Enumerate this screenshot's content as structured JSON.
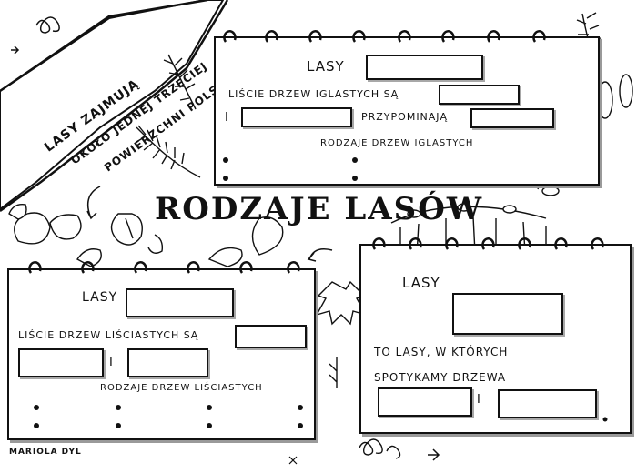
{
  "diagonal_banner": {
    "lines": [
      "LASY ZAJMUJĄ",
      "OKOŁO JEDNEJ TRZECIEJ",
      "POWIERZCHNI POLSKI"
    ]
  },
  "main_title": "RODZAJE LASÓW",
  "conifer_card": {
    "heading": "LASY",
    "line1": "LIŚCIE DRZEW IGLASTYCH SĄ",
    "and_word": "I",
    "resemble": "PRZYPOMINAJĄ",
    "types_label": "RODZAJE DRZEW IGLASTYCH"
  },
  "deciduous_card": {
    "heading": "LASY",
    "line1": "LIŚCIE DRZEW LIŚCIASTYCH SĄ",
    "and_word": "I",
    "types_label": "RODZAJE DRZEW LIŚCIASTYCH"
  },
  "mixed_card": {
    "heading": "LASY",
    "line1": "TO LASY, W KTÓRYCH",
    "line2": "SPOTYKAMY DRZEWA",
    "and_word": "I"
  },
  "author": "MARIOLA DYL"
}
